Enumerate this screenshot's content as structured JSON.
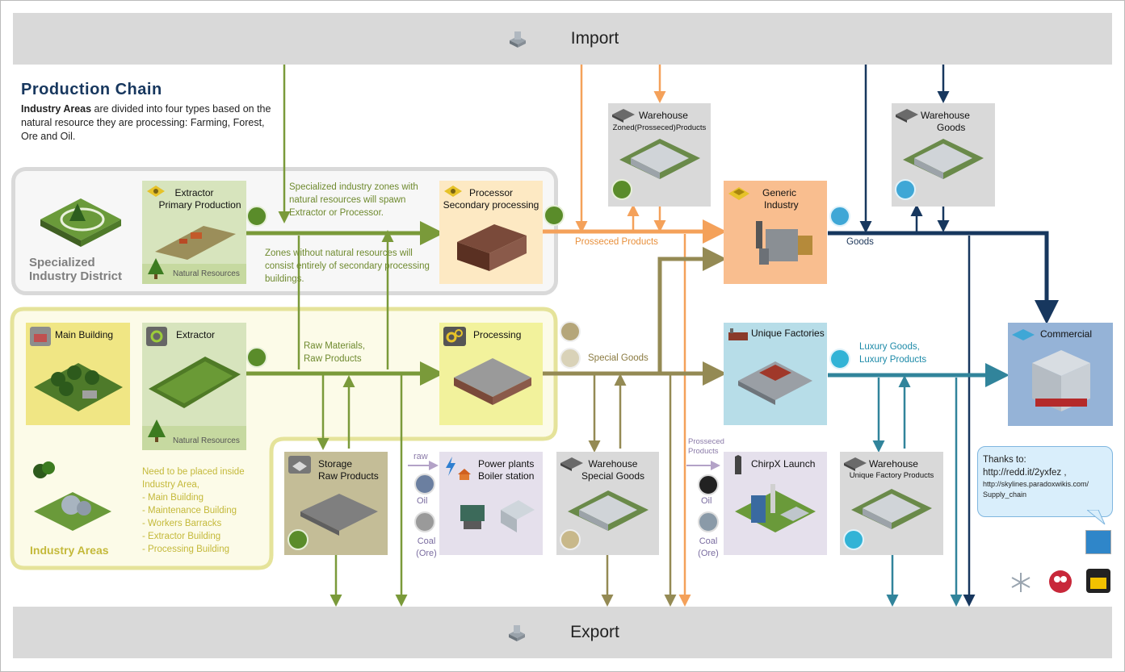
{
  "import_label": "Import",
  "export_label": "Export",
  "title": "Production  Chain",
  "intro": {
    "bold": "Industry Areas",
    "rest": " are divided into four types based on the natural resource they are processing: Farming, Forest, Ore and Oil."
  },
  "district": {
    "label_line1": "Specialized",
    "label_line2": "Industry District",
    "extractor_line1": "Extractor",
    "extractor_line2": "Primary Production",
    "natural_resources": "Natural Resources",
    "note1": "Specialized industry zones with natural resources will spawn Extractor or Processor.",
    "note2": "Zones without natural resources  will consist entirely of secondary processing buildings.",
    "processor_line1": "Processor",
    "processor_line2": "Secondary processing"
  },
  "areas": {
    "label": "Industry Areas",
    "main_building": "Main Building",
    "extractor": "Extractor",
    "natural_resources": "Natural Resources",
    "raw_materials_line1": "Raw Materials,",
    "raw_materials_line2": "Raw Products",
    "processing": "Processing",
    "placement_title": "Need to be placed inside Industry Area,",
    "placement_items": [
      "- Main Building",
      "- Maintenance Building",
      "- Workers Barracks",
      "- Extractor Building",
      "- Processing Building"
    ]
  },
  "storage": {
    "line1": "Storage",
    "line2": "Raw Products"
  },
  "power": {
    "line1": "Power plants",
    "line2": "Boiler station",
    "raw": "raw",
    "oil": "Oil",
    "coal": "Coal",
    "ore": "(Ore)"
  },
  "wh_special": {
    "line1": "Warehouse",
    "line2": "Special Goods"
  },
  "special_goods": "Special Goods",
  "chirpx": {
    "label": "ChirpX Launch",
    "prosseced_line1": "Prosseced",
    "prosseced_line2": "Products",
    "oil": "Oil",
    "coal": "Coal",
    "ore": "(Ore)"
  },
  "wh_zoned": {
    "line1": "Warehouse",
    "line2": "Zoned(Prosseced)Products"
  },
  "prosseced_products": "Prosseced Products",
  "generic": {
    "line1": "Generic",
    "line2": "Industry"
  },
  "goods": "Goods",
  "wh_goods": {
    "line1": "Warehouse",
    "line2": "Goods"
  },
  "unique": {
    "label": "Unique Factories",
    "luxury_line1": "Luxury Goods,",
    "luxury_line2": "Luxury Products"
  },
  "wh_unique": {
    "line1": "Warehouse",
    "line2": "Unique Factory Products"
  },
  "commercial": "Commercial",
  "thanks": {
    "line1": "Thanks to:",
    "line2": "http://redd.it/2yxfez  ,",
    "line3": "http://skylines.paradoxwikis.com/",
    "line4": "Supply_chain"
  },
  "colors": {
    "olive": "#7a9a3a",
    "orange": "#f4a15a",
    "navy": "#17375e",
    "teal": "#31849b",
    "khaki": "#948a54",
    "lavender": "#b3a2c7",
    "district_bg": "#d7e4bd",
    "processor_bg": "#fde9c3",
    "generic_bg": "#f9be8f",
    "unique_bg": "#b7dde8",
    "commercial_bg": "#95b3d7",
    "storage_bg": "#c4bd97",
    "power_bg": "#e5e0ec",
    "warehouse_bg": "#d9d9d9"
  }
}
